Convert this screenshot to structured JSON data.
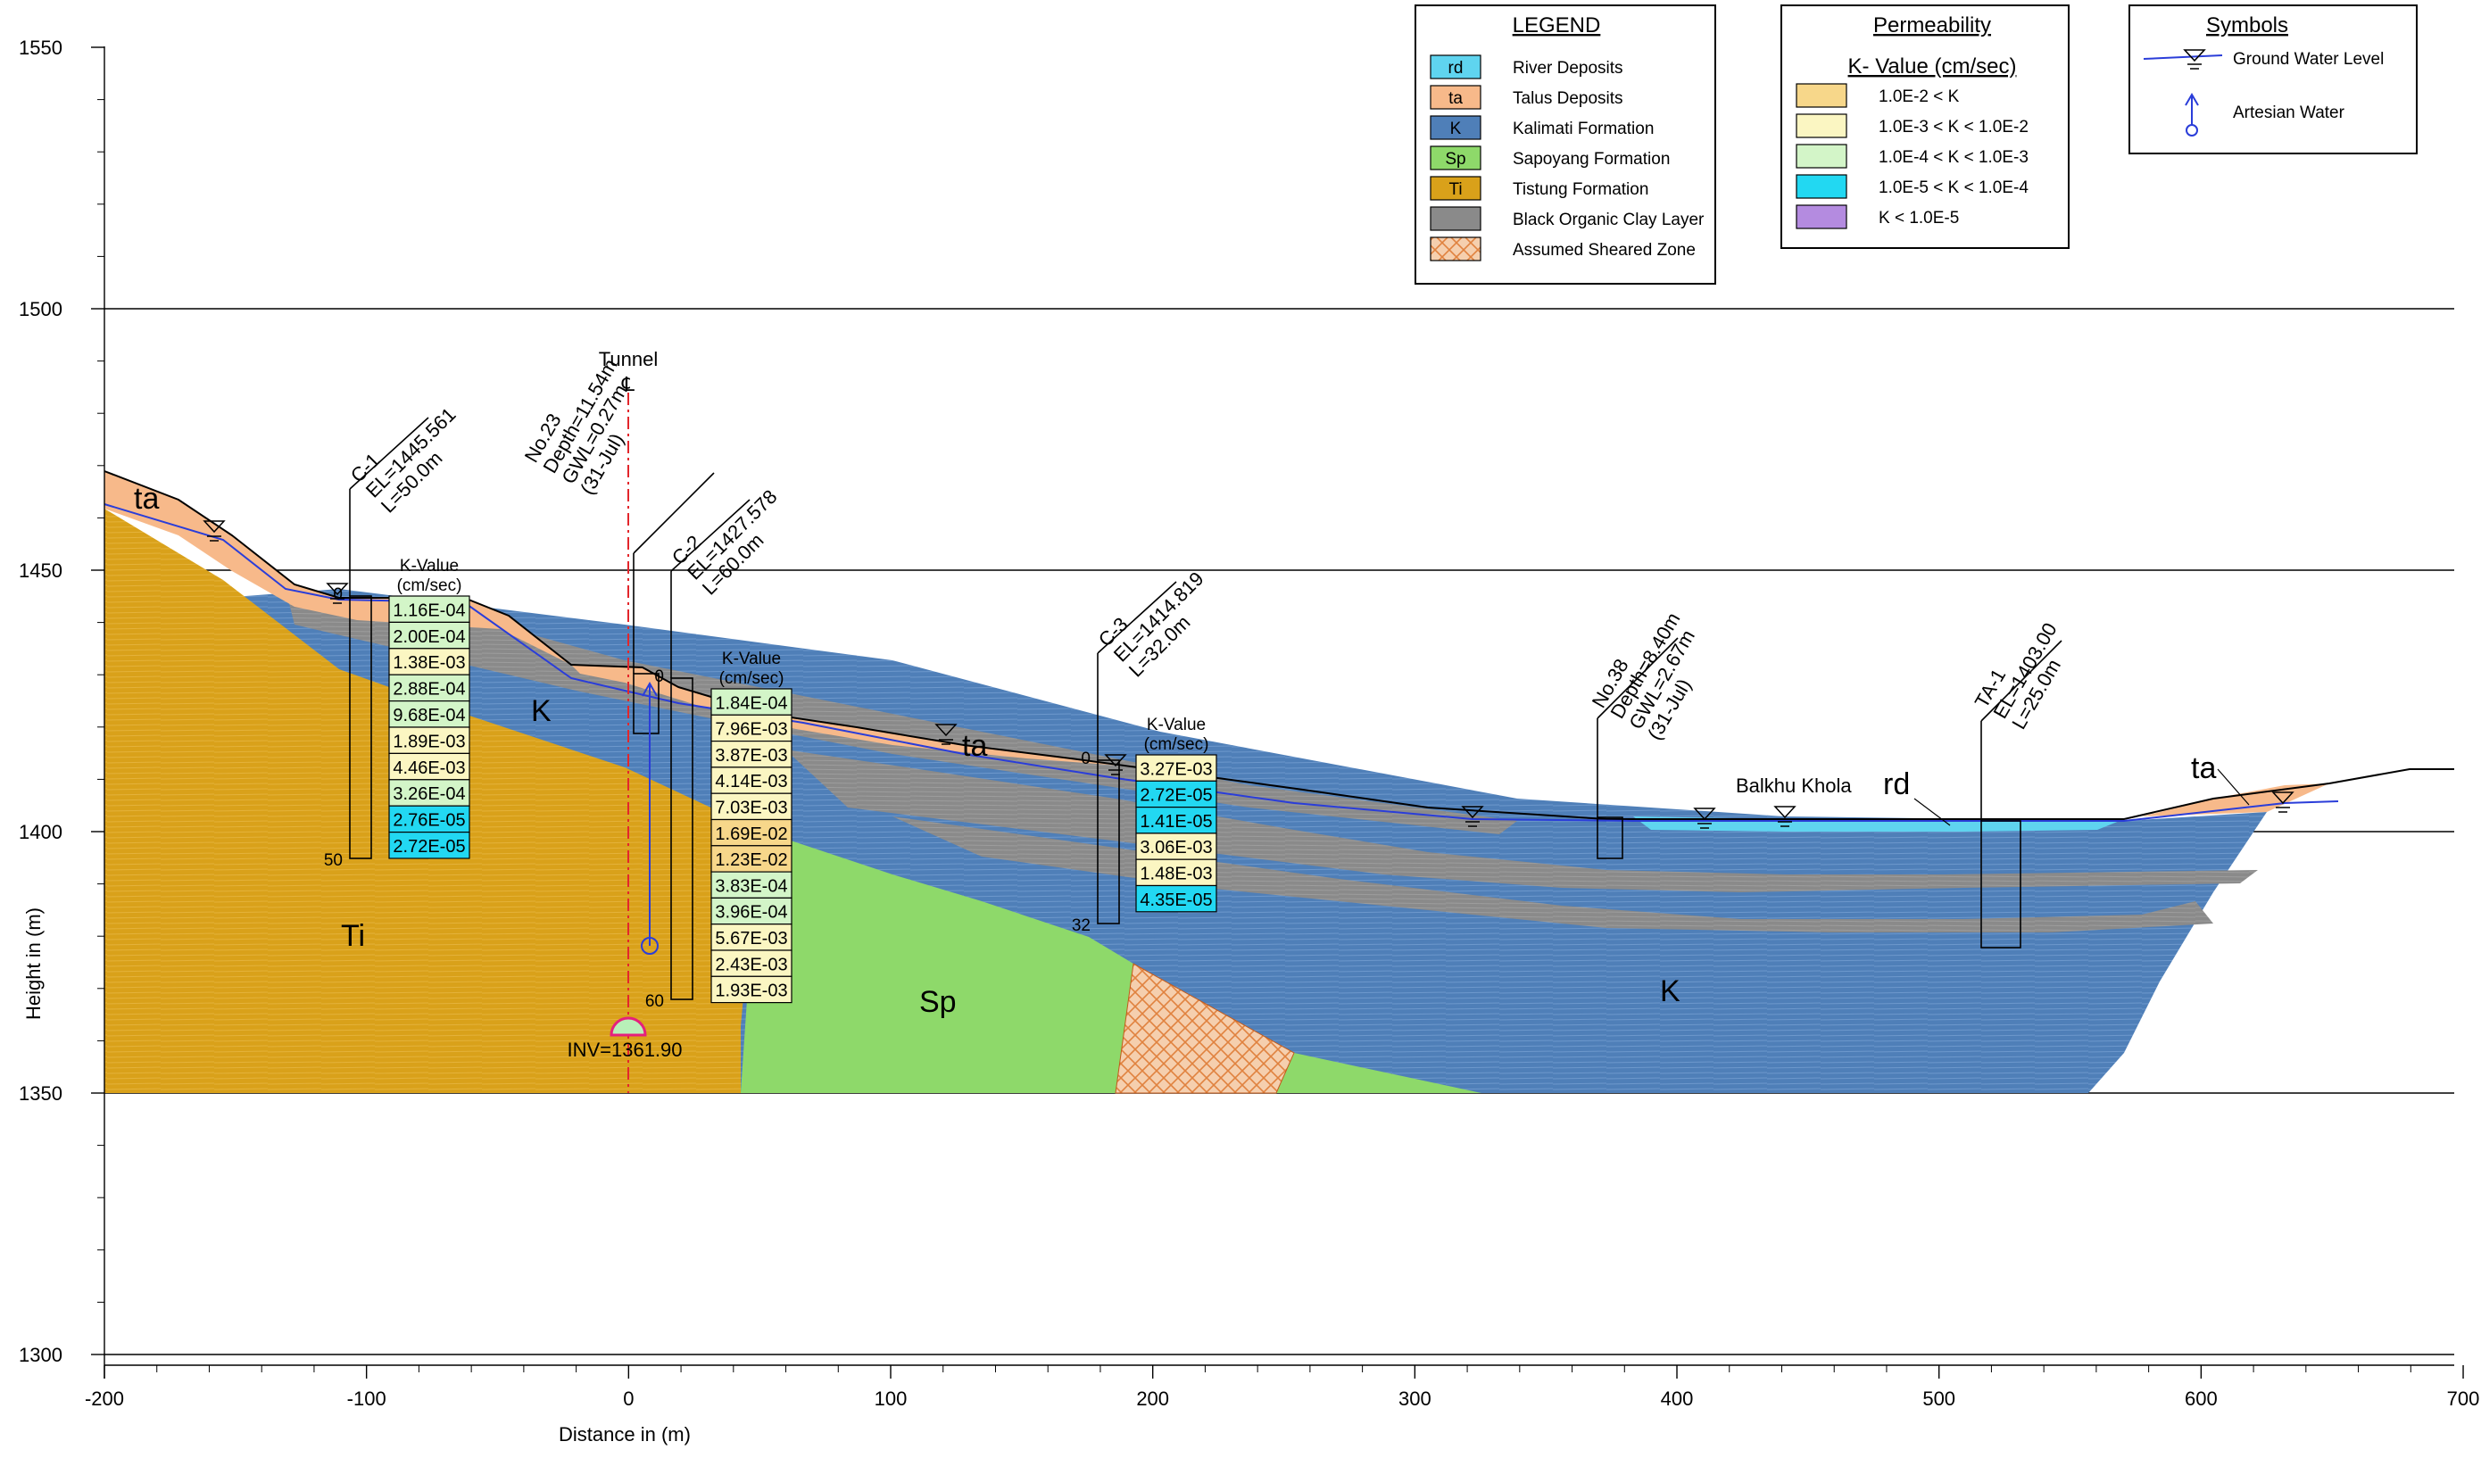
{
  "axes": {
    "x_label": "Distance in (m)",
    "y_label": "Height in (m)",
    "x_ticks": [
      "-200",
      "-100",
      "0",
      "100",
      "200",
      "300",
      "400",
      "500",
      "600",
      "700"
    ],
    "y_ticks": [
      "1300",
      "1350",
      "1400",
      "1450",
      "1500",
      "1550"
    ]
  },
  "legend": {
    "title": "LEGEND",
    "items": [
      {
        "code": "rd",
        "label": "River Deposits",
        "color": "#5fd4ef"
      },
      {
        "code": "ta",
        "label": "Talus Deposits",
        "color": "#f7b98a"
      },
      {
        "code": "K",
        "label": "Kalimati Formation",
        "color": "#4f7fb8"
      },
      {
        "code": "Sp",
        "label": "Sapoyang Formation",
        "color": "#8ed96a"
      },
      {
        "code": "Ti",
        "label": "Tistung Formation",
        "color": "#d9a11a"
      },
      {
        "code": "",
        "label": "Black Organic Clay Layer",
        "color": "#8a8a8a"
      },
      {
        "code": "",
        "label": "Assumed Sheared Zone",
        "color": "#f5cfae"
      }
    ]
  },
  "permeability": {
    "title": "Permeability",
    "subtitle": "K- Value (cm/sec)",
    "items": [
      {
        "label": "1.0E-2 < K",
        "color": "#f7d78a"
      },
      {
        "label": "1.0E-3 < K < 1.0E-2",
        "color": "#fbf6c2"
      },
      {
        "label": "1.0E-4 < K < 1.0E-3",
        "color": "#d3f5c8"
      },
      {
        "label": "1.0E-5 < K < 1.0E-4",
        "color": "#22d8f2"
      },
      {
        "label": "K < 1.0E-5",
        "color": "#b48be0"
      }
    ]
  },
  "symbols": {
    "title": "Symbols",
    "ground_water": "Ground Water Level",
    "artesian": "Artesian Water"
  },
  "labels": {
    "ta_left": "ta",
    "ta_mid": "ta",
    "ta_right": "ta",
    "k_upper": "K",
    "k_lower": "K",
    "ti": "Ti",
    "sp": "Sp",
    "rd": "rd",
    "river": "Balkhu Khola",
    "tunnel": "Tunnel",
    "tunnel_mark": "℄",
    "inv": "INV=1361.90",
    "k_value_title_1": "K-Value",
    "k_value_title_2": "(cm/sec)"
  },
  "boreholes": [
    {
      "id": "C-1",
      "lines": [
        "C-1",
        "EL=1445.561",
        "L=50.0m"
      ],
      "top_depth": "0",
      "bottom_depth": "50",
      "k_values": [
        "1.16E-04",
        "2.00E-04",
        "1.38E-03",
        "2.88E-04",
        "9.68E-04",
        "1.89E-03",
        "4.46E-03",
        "3.26E-04",
        "2.76E-05",
        "2.72E-05"
      ]
    },
    {
      "id": "C-2",
      "lines": [
        "C-2",
        "EL=1427.578",
        "L=60.0m"
      ],
      "top_depth": "0",
      "bottom_depth": "60",
      "k_values": [
        "1.84E-04",
        "7.96E-03",
        "3.87E-03",
        "4.14E-03",
        "7.03E-03",
        "1.69E-02",
        "1.23E-02",
        "3.83E-04",
        "3.96E-04",
        "5.67E-03",
        "2.43E-03",
        "1.93E-03"
      ]
    },
    {
      "id": "C-3",
      "lines": [
        "C-3",
        "EL=1414.819",
        "L=32.0m"
      ],
      "top_depth": "0",
      "bottom_depth": "32",
      "k_values": [
        "3.27E-03",
        "2.72E-05",
        "1.41E-05",
        "3.06E-03",
        "1.48E-03",
        "4.35E-05"
      ]
    },
    {
      "id": "No.23",
      "lines": [
        "No.23",
        "Depth=11.54m",
        "GWL=0.27m",
        "(31-Jul)"
      ]
    },
    {
      "id": "No.38",
      "lines": [
        "No.38",
        "Depth=8.40m",
        "GWL=2.67m",
        "(31-Jul)"
      ]
    },
    {
      "id": "TA-1",
      "lines": [
        "TA-1",
        "EL=1403.00",
        "L=25.0m"
      ]
    }
  ]
}
